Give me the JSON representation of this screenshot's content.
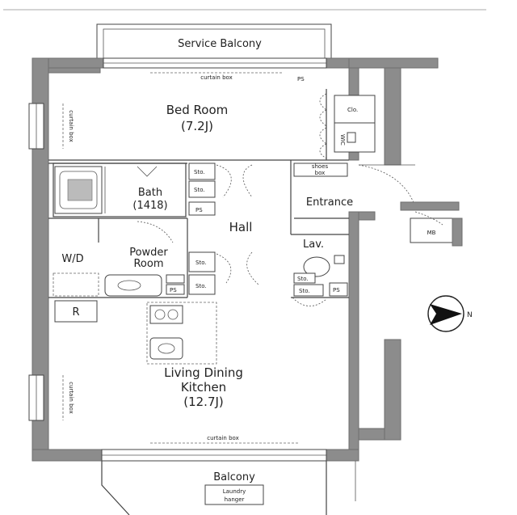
{
  "rooms": {
    "service_balcony": "Service Balcony",
    "bed_room": "Bed Room",
    "bed_room_size": "(7.2J)",
    "bath": "Bath",
    "bath_size": "(1418)",
    "hall": "Hall",
    "entrance": "Entrance",
    "powder_room_1": "Powder",
    "powder_room_2": "Room",
    "lav": "Lav.",
    "wd": "W/D",
    "ldk_1": "Living Dining",
    "ldk_2": "Kitchen",
    "ldk_size": "(12.7J)",
    "balcony": "Balcony"
  },
  "labels": {
    "curtain_box_top": "curtain box",
    "curtain_box_bottom": "curtain box",
    "ps_top": "PS",
    "clo": "Clo.",
    "wic": "WIC",
    "shoes_box_1": "shoes",
    "shoes_box_2": "box",
    "sto_bath_1": "Sto.",
    "sto_bath_2": "Sto.",
    "ps_bath": "PS",
    "sto_hall_1": "Sto.",
    "sto_hall_2": "Sto.",
    "ps_hall": "PS",
    "sto_lav_1": "Sto.",
    "sto_lav_2": "Sto.",
    "ps_lav": "PS",
    "mb": "MB",
    "r": "R",
    "laundry_1": "Laundry",
    "laundry_2": "hanger",
    "curtain_box_side_1": "curtain box",
    "curtain_box_side_2": "curtain box",
    "north": "N"
  }
}
